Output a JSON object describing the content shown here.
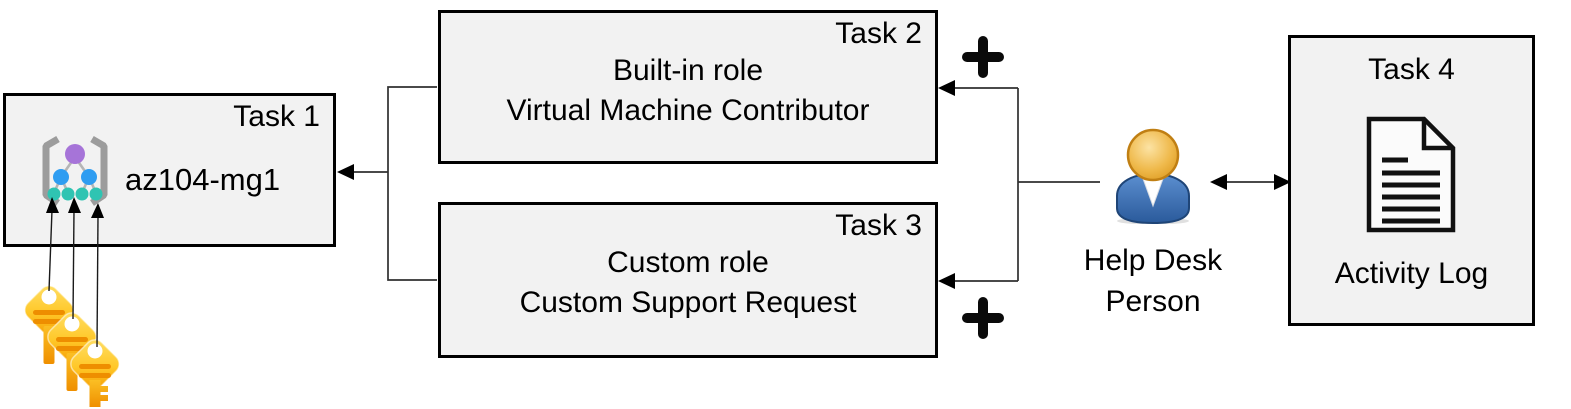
{
  "task1": {
    "label": "Task 1",
    "name": "az104-mg1"
  },
  "task2": {
    "label": "Task 2",
    "role_type": "Built-in role",
    "role_name": "Virtual Machine Contributor"
  },
  "task3": {
    "label": "Task 3",
    "role_type": "Custom role",
    "role_name": "Custom Support Request"
  },
  "task4": {
    "label": "Task 4",
    "caption": "Activity Log"
  },
  "actor": {
    "line1": "Help Desk",
    "line2": "Person"
  },
  "icons": {
    "management_group": "management-group-icon",
    "keys": "key-icon",
    "person": "person-icon",
    "document": "document-icon",
    "plus": "plus-icon",
    "arrows": "arrow-connector"
  },
  "colors": {
    "box_fill": "#f2f2f2",
    "box_border": "#000000",
    "key_gold_light": "#ffdd55",
    "key_gold_dark": "#f59b00",
    "key_stripe": "#ee8e00",
    "mg_purple": "#a674d8",
    "mg_blue": "#2f9df1",
    "mg_teal": "#2fc4b2",
    "mg_bracket": "#9c9c9c",
    "person_body_blue": "#34679f",
    "person_head_gold": "#e9a82f",
    "connector": "#303030"
  }
}
